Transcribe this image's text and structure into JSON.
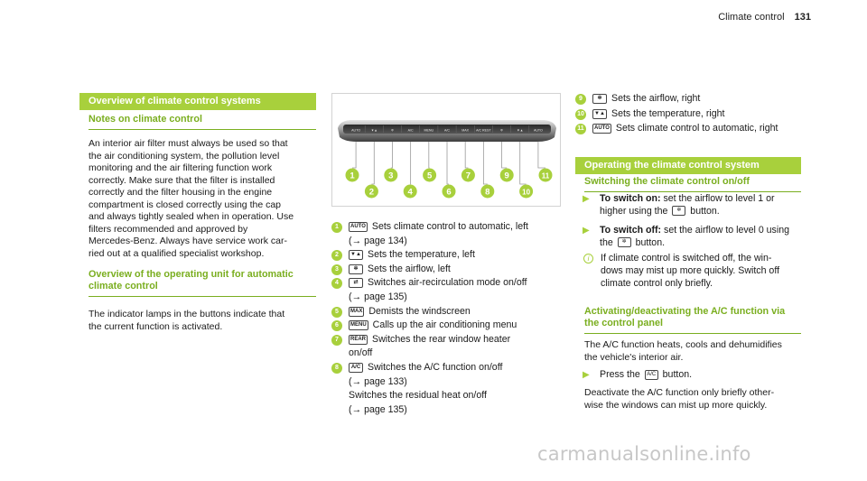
{
  "header": {
    "section": "Climate control",
    "page": "131"
  },
  "col1": {
    "banner": "Overview of climate control systems",
    "notes_title": "Notes on climate control",
    "notes_lines": [
      "An interior air filter must always be used so that",
      "the air conditioning system, the pollution level",
      "monitoring and the air filtering function work",
      "correctly. Make sure that the filter is installed",
      "correctly and the filter housing in the engine",
      "compartment is closed correctly using the cap",
      "and always tightly sealed when in operation. Use",
      "filters recommended and approved by",
      "Mercedes-Benz. Always have service work car-",
      "ried out at a qualified specialist workshop."
    ],
    "overview_title_lines": [
      "Overview of the operating unit for automatic",
      "climate control"
    ],
    "overview_lines": [
      "The indicator lamps in the buttons indicate that",
      "the current function is activated."
    ]
  },
  "panel": {
    "buttons": [
      "AUTO",
      "▼▲",
      "✲",
      "A/C",
      "MENU",
      "A/C",
      "MAX",
      "A/C REST",
      "✲",
      "▼▲",
      "AUTO"
    ],
    "callouts": [
      "1",
      "2",
      "3",
      "4",
      "5",
      "6",
      "7",
      "8",
      "9",
      "10",
      "11"
    ]
  },
  "legend": [
    {
      "n": "1",
      "icon": "AUTO",
      "lines": [
        "Sets climate control to automatic, left",
        "(→ page 134)"
      ]
    },
    {
      "n": "2",
      "icon": "▼▲",
      "lines": [
        "Sets the temperature, left"
      ]
    },
    {
      "n": "3",
      "icon": "✲",
      "lines": [
        "Sets the airflow, left"
      ]
    },
    {
      "n": "4",
      "icon": "⇄",
      "lines": [
        "Switches air-recirculation mode on/off",
        "(→ page 135)"
      ]
    },
    {
      "n": "5",
      "icon": "MAX",
      "lines": [
        "Demists the windscreen"
      ]
    },
    {
      "n": "6",
      "icon": "MENU",
      "lines": [
        "Calls up the air conditioning menu"
      ]
    },
    {
      "n": "7",
      "icon": "REAR",
      "lines": [
        "Switches the rear window heater",
        "on/off"
      ]
    },
    {
      "n": "8",
      "icon": "A/C",
      "lines": [
        "Switches the A/C function on/off",
        "(→ page 133)",
        "Switches the residual heat on/off",
        "(→ page 135)"
      ]
    }
  ],
  "legend_right": [
    {
      "n": "9",
      "icon": "✲",
      "text": "Sets the airflow, right"
    },
    {
      "n": "10",
      "icon": "▼▲",
      "text": "Sets the temperature, right"
    },
    {
      "n": "11",
      "icon": "AUTO",
      "text": "Sets climate control to automatic, right"
    }
  ],
  "col3": {
    "banner": "Operating the climate control system",
    "switch_title": "Switching the climate control on/off",
    "on_label": "To switch on:",
    "on_text_1": "set the airflow to level 1 or",
    "on_text_2_pre": "higher using the",
    "on_text_2_post": "button.",
    "off_label": "To switch off:",
    "off_text_1": "set the airflow to level 0 using",
    "off_text_2_pre": "the",
    "off_text_2_post": "button.",
    "info_lines": [
      "If climate control is switched off, the win-",
      "dows may mist up more quickly. Switch off",
      "climate control only briefly."
    ],
    "ac_title_lines": [
      "Activating/deactivating the A/C function via",
      "the control panel"
    ],
    "ac_lines": [
      "The A/C function heats, cools and dehumidifies",
      "the vehicle's interior air."
    ],
    "press_pre": "Press the",
    "press_post": "button.",
    "deact_lines": [
      "Deactivate the A/C function only briefly other-",
      "wise the windows can mist up more quickly."
    ],
    "icon_fan": "✲",
    "icon_ac": "A/C"
  },
  "watermark": "carmanualsonline.info"
}
